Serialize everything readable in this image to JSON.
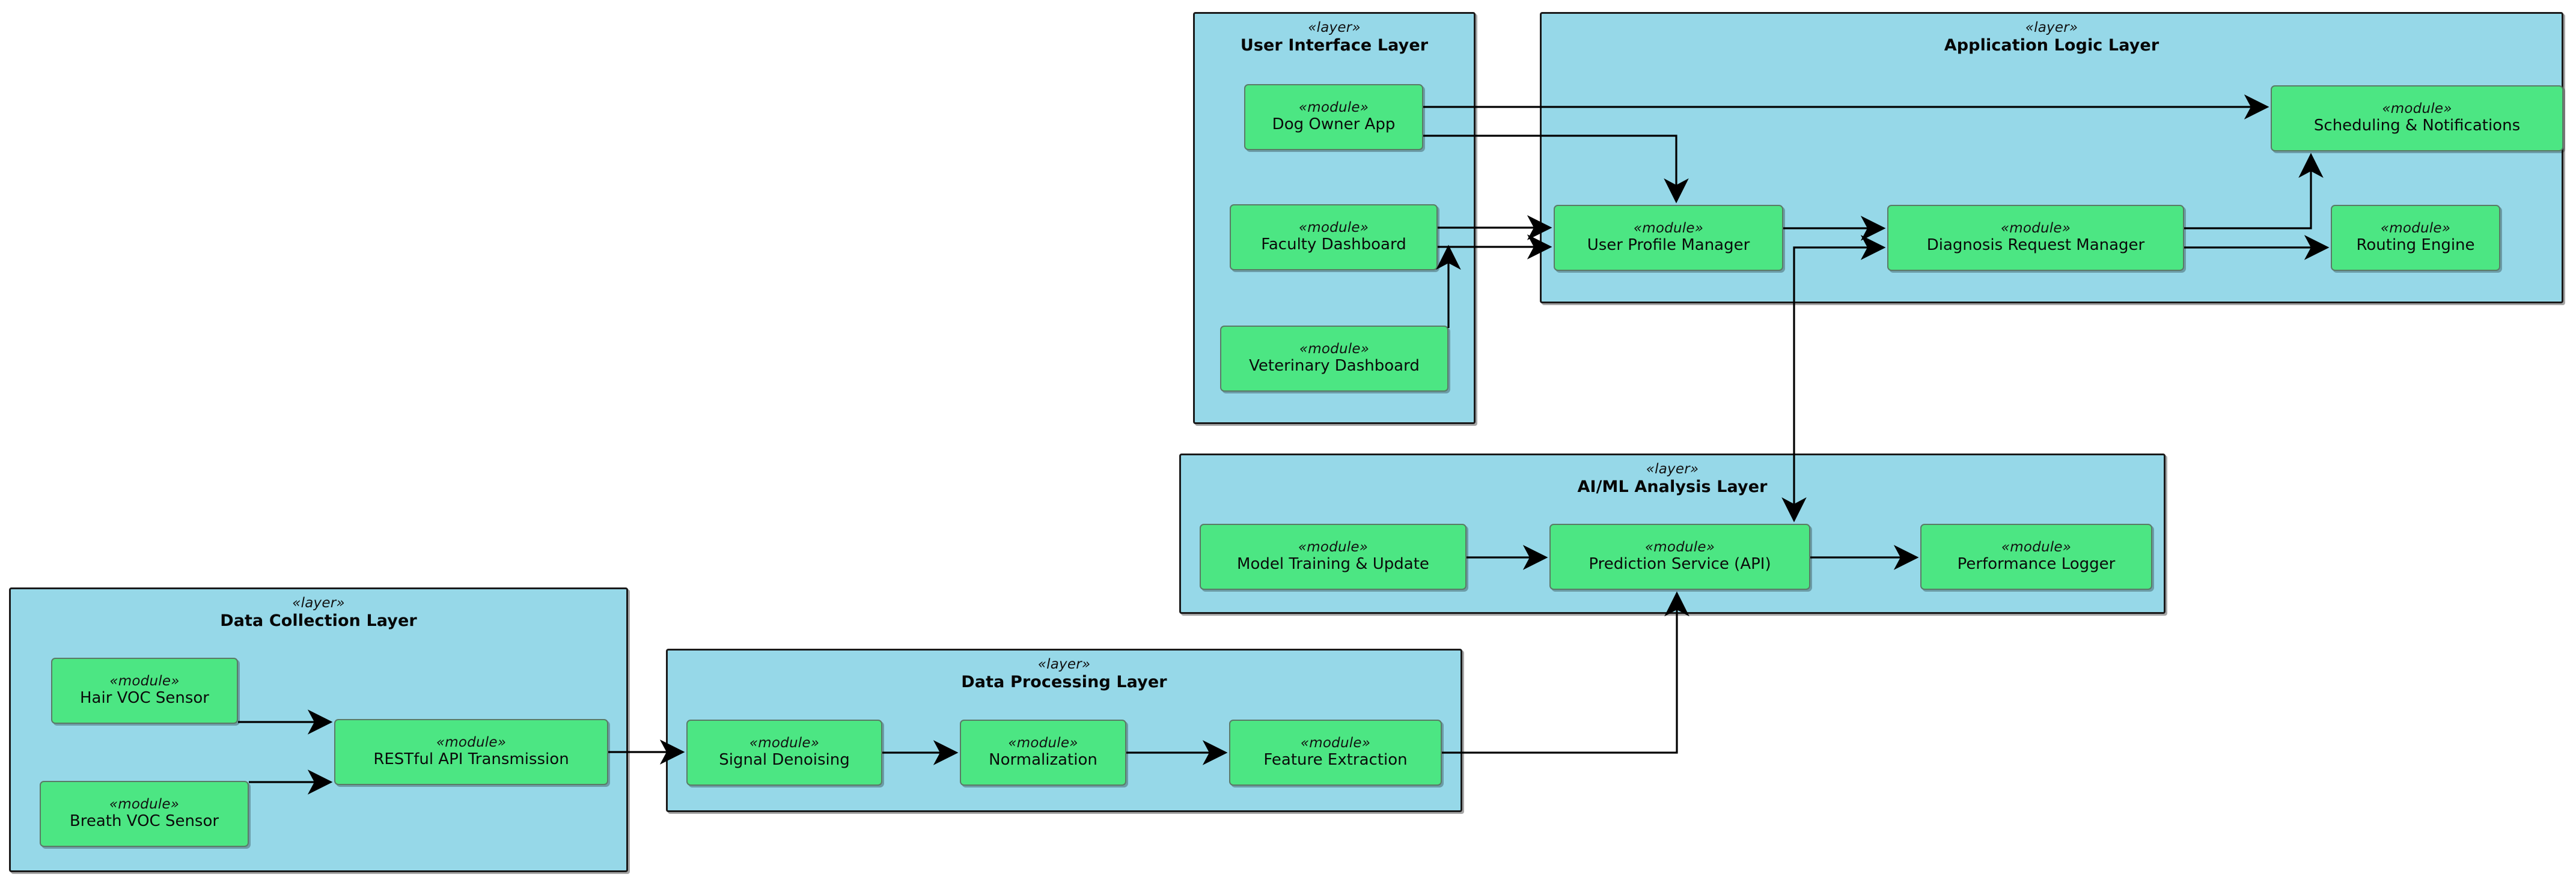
{
  "diagram": {
    "type": "uml-layered-architecture",
    "stereotype_layer": "«layer»",
    "stereotype_module": "«module»",
    "colors": {
      "layer_fill": "#96D8E8",
      "module_fill": "#4CE683",
      "layer_border": "#1a1a1a",
      "module_border": "#5a7a66",
      "connector": "#000000",
      "background": "#ffffff"
    }
  },
  "layers": {
    "user_interface": {
      "stereotype": "«layer»",
      "title": "User Interface Layer",
      "modules": {
        "dog_owner_app": {
          "stereotype": "«module»",
          "name": "Dog Owner App"
        },
        "faculty_dashboard": {
          "stereotype": "«module»",
          "name": "Faculty Dashboard"
        },
        "veterinary_dashboard": {
          "stereotype": "«module»",
          "name": "Veterinary Dashboard"
        }
      }
    },
    "application_logic": {
      "stereotype": "«layer»",
      "title": "Application Logic Layer",
      "modules": {
        "user_profile_manager": {
          "stereotype": "«module»",
          "name": "User Profile Manager"
        },
        "diagnosis_request_manager": {
          "stereotype": "«module»",
          "name": "Diagnosis Request Manager"
        },
        "scheduling_notifications": {
          "stereotype": "«module»",
          "name": "Scheduling & Notifications"
        },
        "routing_engine": {
          "stereotype": "«module»",
          "name": "Routing Engine"
        }
      }
    },
    "ai_ml_analysis": {
      "stereotype": "«layer»",
      "title": "AI/ML Analysis Layer",
      "modules": {
        "model_training_update": {
          "stereotype": "«module»",
          "name": "Model Training & Update"
        },
        "prediction_service": {
          "stereotype": "«module»",
          "name": "Prediction Service (API)"
        },
        "performance_logger": {
          "stereotype": "«module»",
          "name": "Performance Logger"
        }
      }
    },
    "data_collection": {
      "stereotype": "«layer»",
      "title": "Data Collection Layer",
      "modules": {
        "hair_voc_sensor": {
          "stereotype": "«module»",
          "name": "Hair VOC Sensor"
        },
        "breath_voc_sensor": {
          "stereotype": "«module»",
          "name": "Breath VOC Sensor"
        },
        "restful_api_transmission": {
          "stereotype": "«module»",
          "name": "RESTful API Transmission"
        }
      }
    },
    "data_processing": {
      "stereotype": "«layer»",
      "title": "Data Processing Layer",
      "modules": {
        "signal_denoising": {
          "stereotype": "«module»",
          "name": "Signal Denoising"
        },
        "normalization": {
          "stereotype": "«module»",
          "name": "Normalization"
        },
        "feature_extraction": {
          "stereotype": "«module»",
          "name": "Feature Extraction"
        }
      }
    }
  },
  "connections": [
    {
      "from": "Dog Owner App",
      "to": "Scheduling & Notifications"
    },
    {
      "from": "Dog Owner App",
      "to": "User Profile Manager"
    },
    {
      "from": "Faculty Dashboard",
      "to": "User Profile Manager"
    },
    {
      "from": "Veterinary Dashboard",
      "to": "User Profile Manager"
    },
    {
      "from": "User Profile Manager",
      "to": "Diagnosis Request Manager"
    },
    {
      "from": "User Profile Manager",
      "to": "Prediction Service (API)"
    },
    {
      "from": "Diagnosis Request Manager",
      "to": "Routing Engine"
    },
    {
      "from": "Diagnosis Request Manager",
      "to": "Scheduling & Notifications"
    },
    {
      "from": "Model Training & Update",
      "to": "Prediction Service (API)"
    },
    {
      "from": "Prediction Service (API)",
      "to": "Performance Logger"
    },
    {
      "from": "Hair VOC Sensor",
      "to": "RESTful API Transmission"
    },
    {
      "from": "Breath VOC Sensor",
      "to": "RESTful API Transmission"
    },
    {
      "from": "RESTful API Transmission",
      "to": "Signal Denoising"
    },
    {
      "from": "Signal Denoising",
      "to": "Normalization"
    },
    {
      "from": "Normalization",
      "to": "Feature Extraction"
    },
    {
      "from": "Feature Extraction",
      "to": "Prediction Service (API)"
    }
  ]
}
